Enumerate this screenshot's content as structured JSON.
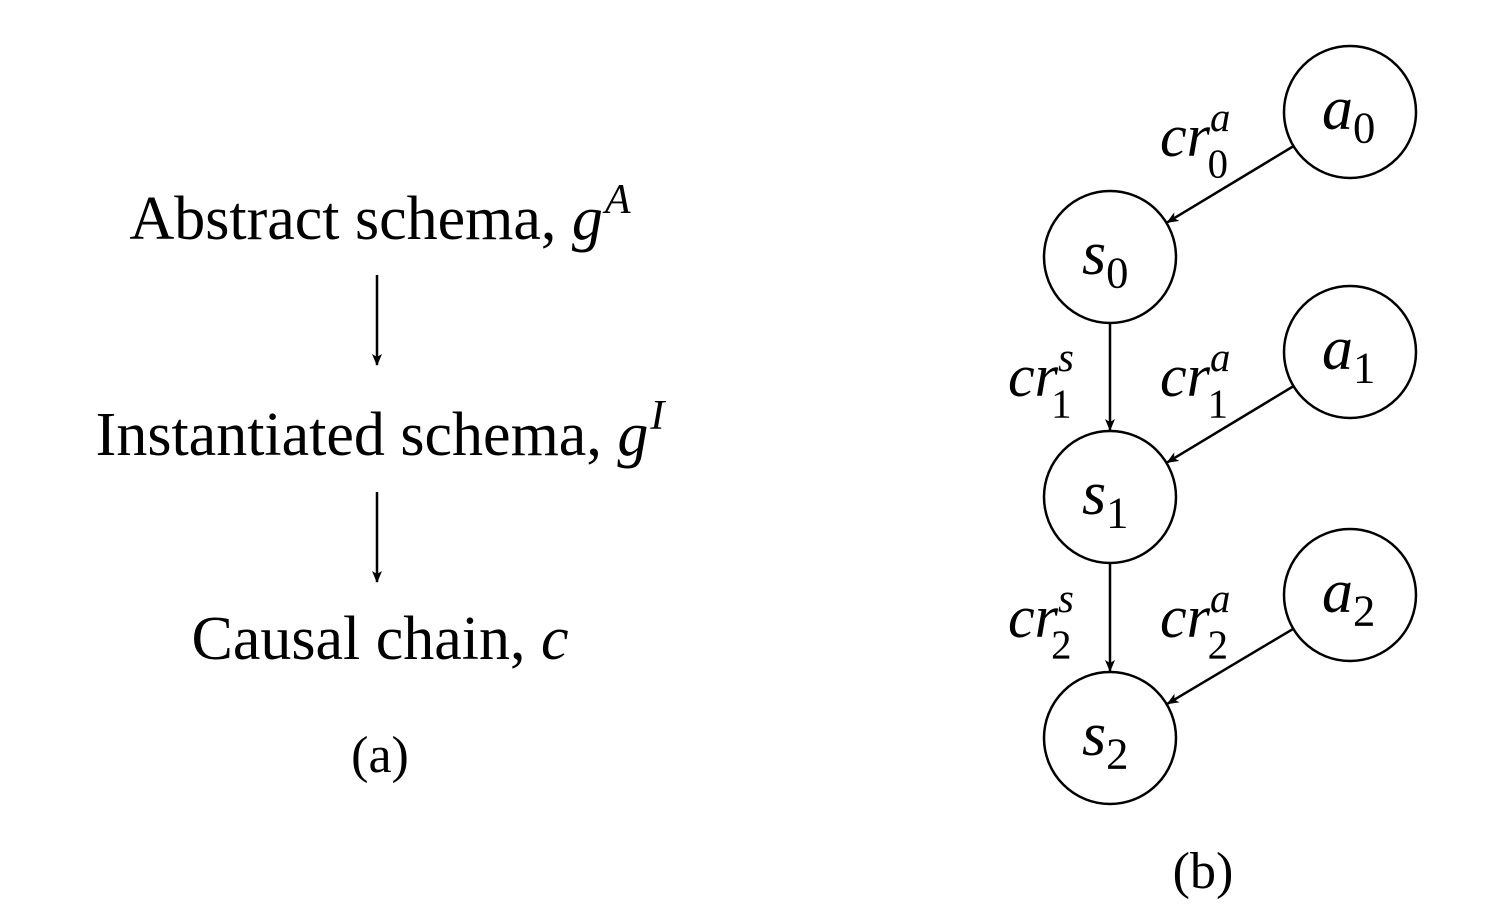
{
  "panel_a": {
    "steps": [
      {
        "text": "Abstract schema, ",
        "symbol": "g",
        "sup": "A"
      },
      {
        "text": "Instantiated schema, ",
        "symbol": "g",
        "sup": "I"
      },
      {
        "text": "Causal chain, ",
        "symbol": "c",
        "sup": ""
      }
    ],
    "caption": "(a)"
  },
  "panel_b": {
    "nodes": [
      {
        "id": "a0",
        "base": "a",
        "sub": "0"
      },
      {
        "id": "s0",
        "base": "s",
        "sub": "0"
      },
      {
        "id": "a1",
        "base": "a",
        "sub": "1"
      },
      {
        "id": "s1",
        "base": "s",
        "sub": "1"
      },
      {
        "id": "a2",
        "base": "a",
        "sub": "2"
      },
      {
        "id": "s2",
        "base": "s",
        "sub": "2"
      }
    ],
    "edges": [
      {
        "from": "a0",
        "to": "s0",
        "label": {
          "base": "cr",
          "sup": "a",
          "sub": "0"
        }
      },
      {
        "from": "s0",
        "to": "s1",
        "label": {
          "base": "cr",
          "sup": "s",
          "sub": "1"
        }
      },
      {
        "from": "a1",
        "to": "s1",
        "label": {
          "base": "cr",
          "sup": "a",
          "sub": "1"
        }
      },
      {
        "from": "s1",
        "to": "s2",
        "label": {
          "base": "cr",
          "sup": "s",
          "sub": "2"
        }
      },
      {
        "from": "a2",
        "to": "s2",
        "label": {
          "base": "cr",
          "sup": "a",
          "sub": "2"
        }
      }
    ],
    "caption": "(b)"
  }
}
